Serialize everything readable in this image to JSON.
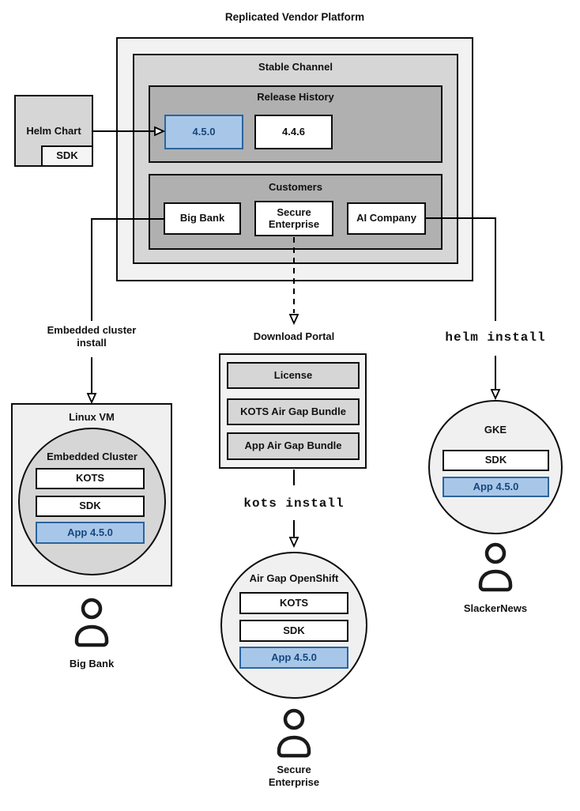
{
  "title": "Replicated Vendor Platform",
  "platform": {
    "stable_channel": "Stable Channel",
    "release_history": {
      "title": "Release History",
      "current": "4.5.0",
      "previous": "4.4.6"
    },
    "customers": {
      "title": "Customers",
      "big_bank": "Big Bank",
      "secure_enterprise": "Secure Enterprise",
      "ai_company": "AI Company"
    }
  },
  "helm_chart": {
    "label": "Helm Chart",
    "sdk": "SDK"
  },
  "flows": {
    "embedded_install": "Embedded cluster\ninstall",
    "helm_install": "helm install",
    "kots_install": "kots install"
  },
  "download_portal": {
    "title": "Download Portal",
    "items": [
      "License",
      "KOTS Air Gap Bundle",
      "App Air Gap Bundle"
    ]
  },
  "linux_vm": {
    "title": "Linux VM",
    "circle": "Embedded Cluster",
    "kots": "KOTS",
    "sdk": "SDK",
    "app": "App 4.5.0",
    "user": "Big Bank"
  },
  "openshift": {
    "title": "Air Gap OpenShift",
    "kots": "KOTS",
    "sdk": "SDK",
    "app": "App 4.5.0",
    "user": "Secure\nEnterprise"
  },
  "gke": {
    "title": "GKE",
    "sdk": "SDK",
    "app": "App 4.5.0",
    "user": "SlackerNews"
  },
  "colors": {
    "highlight_fill": "#a8c7e8",
    "highlight_border": "#2a659e",
    "highlight_text": "#17477e",
    "container_light": "#f2f2f2",
    "container_mid": "#d6d6d6",
    "container_dark": "#b0b0b0",
    "line": "#000000"
  }
}
